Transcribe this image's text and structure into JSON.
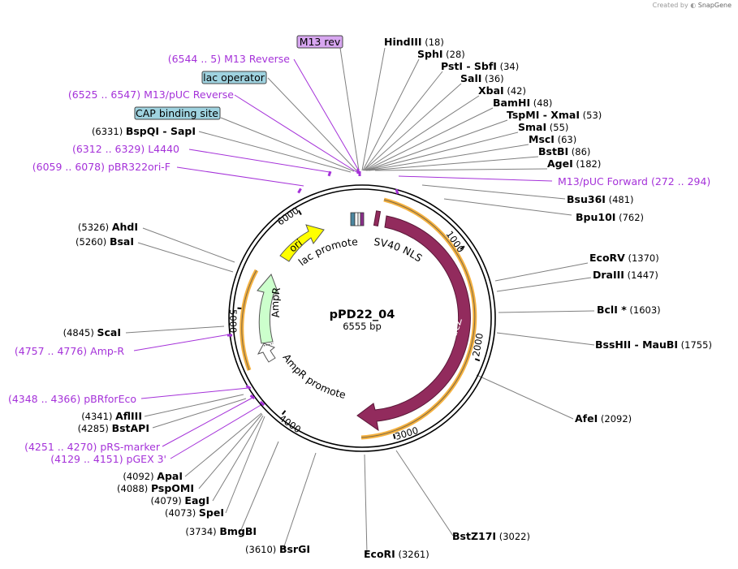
{
  "credit": {
    "prefix": "Created by",
    "brand": "SnapGene"
  },
  "plasmid": {
    "name": "pPD22_04",
    "length_label": "6555 bp",
    "length": 6555
  },
  "ticks": [
    "1000",
    "2000",
    "3000",
    "4000",
    "5000",
    "6000"
  ],
  "features": [
    {
      "label": "lacZ",
      "color": "#922b5d"
    },
    {
      "label": "SV40 NLS",
      "color": "#922b5d"
    },
    {
      "label": "ori",
      "color": "#ffff00"
    },
    {
      "label": "AmpR",
      "color": "#ccffcc"
    },
    {
      "label": "AmpR promoter",
      "color": "#ffffff"
    },
    {
      "label": "lac promoter",
      "color": "#ffffff"
    }
  ],
  "boxed_labels": [
    {
      "label": "M13 rev",
      "style": "primer"
    },
    {
      "label": "lac operator",
      "style": "feature"
    },
    {
      "label": "CAP binding site",
      "style": "feature"
    }
  ],
  "sites_right": [
    {
      "name": "HindIII",
      "pos": "(18)"
    },
    {
      "name": "SphI",
      "pos": "(28)"
    },
    {
      "name": "PstI",
      "name2": "SbfI",
      "pos": "(34)"
    },
    {
      "name": "SalI",
      "pos": "(36)"
    },
    {
      "name": "XbaI",
      "pos": "(42)"
    },
    {
      "name": "BamHI",
      "pos": "(48)"
    },
    {
      "name": "TspMI",
      "name2": "XmaI",
      "pos": "(53)"
    },
    {
      "name": "SmaI",
      "pos": "(55)"
    },
    {
      "name": "MscI",
      "pos": "(63)"
    },
    {
      "name": "BstBI",
      "pos": "(86)"
    },
    {
      "name": "AgeI",
      "pos": "(182)"
    },
    {
      "name": "Bsu36I",
      "pos": "(481)"
    },
    {
      "name": "Bpu10I",
      "pos": "(762)"
    },
    {
      "name": "EcoRV",
      "pos": "(1370)"
    },
    {
      "name": "DraIII",
      "pos": "(1447)"
    },
    {
      "name": "BclI *",
      "pos": "(1603)"
    },
    {
      "name": "BssHII",
      "name2": "MauBI",
      "pos": "(1755)"
    },
    {
      "name": "AfeI",
      "pos": "(2092)"
    },
    {
      "name": "BstZ17I",
      "pos": "(3022)"
    }
  ],
  "sites_bottom": [
    {
      "name": "EcoRI",
      "pos": "(3261)"
    },
    {
      "name": "BsrGI",
      "pos": "(3610)"
    },
    {
      "name": "BmgBI",
      "pos": "(3734)"
    }
  ],
  "sites_left": [
    {
      "name": "SpeI",
      "pos": "(4073)"
    },
    {
      "name": "EagI",
      "pos": "(4079)"
    },
    {
      "name": "PspOMI",
      "pos": "(4088)"
    },
    {
      "name": "ApaI",
      "pos": "(4092)"
    },
    {
      "name": "BstAPI",
      "pos": "(4285)"
    },
    {
      "name": "AflIII",
      "pos": "(4341)"
    },
    {
      "name": "ScaI",
      "pos": "(4845)"
    },
    {
      "name": "BsaI",
      "pos": "(5260)"
    },
    {
      "name": "AhdI",
      "pos": "(5326)"
    },
    {
      "name": "BspQI",
      "name2": "SapI",
      "pos": "(6331)"
    }
  ],
  "primers": [
    {
      "range": "(6544 .. 5)",
      "name": "M13 Reverse"
    },
    {
      "range": "(6525 .. 6547)",
      "name": "M13/pUC Reverse"
    },
    {
      "range": "(6312 .. 6329)",
      "name": "L4440"
    },
    {
      "range": "(6059 .. 6078)",
      "name": "pBR322ori-F"
    },
    {
      "range": "(272 .. 294)",
      "name": "M13/pUC Forward"
    },
    {
      "range": "(4757 .. 4776)",
      "name": "Amp-R"
    },
    {
      "range": "(4348 .. 4366)",
      "name": "pBRforEco"
    },
    {
      "range": "(4251 .. 4270)",
      "name": "pRS-marker"
    },
    {
      "range": "(4129 .. 4151)",
      "name": "pGEX 3'"
    }
  ],
  "colors": {
    "primer": "#a532d9",
    "feature_box": "#9fd3e0",
    "primer_box": "#d7a6f0",
    "orf_outline": "#f5b13f",
    "line": "#7f7f7f"
  }
}
